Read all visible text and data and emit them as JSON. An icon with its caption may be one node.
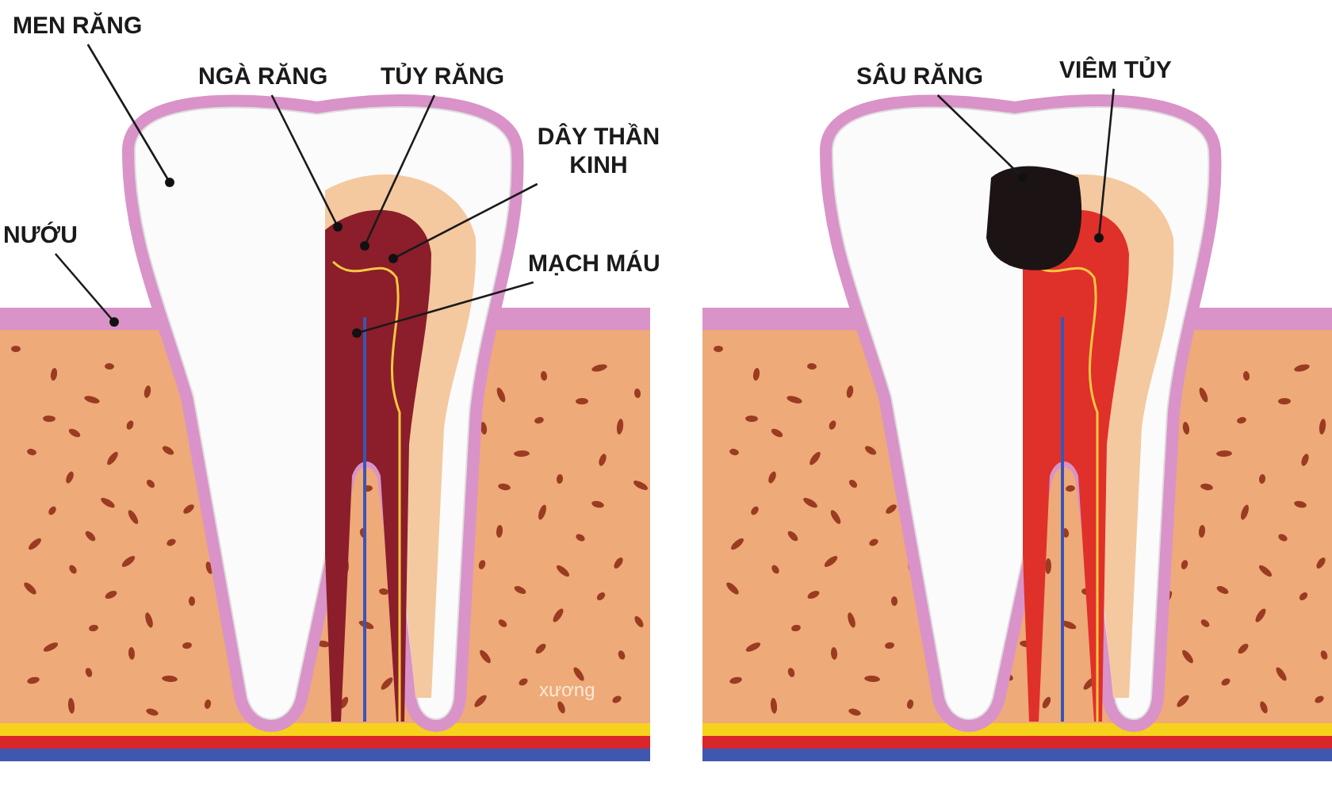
{
  "diagram": {
    "nodes": [
      {
        "text": [
          "MEN RĂNG"
        ]
      },
      {
        "text": [
          "NƯỚU"
        ]
      },
      {
        "text": [
          "NGÀ RĂNG"
        ]
      },
      {
        "text": [
          "TỦY RĂNG"
        ]
      },
      {
        "text": [
          "DÂY THẦN KINH"
        ]
      },
      {
        "text": [
          "MẠCH MÁU"
        ]
      },
      {
        "text": [
          "SÂU RĂNG"
        ]
      },
      {
        "text": [
          "VIÊM TỦY"
        ]
      }
    ],
    "edges": [
      {
        "from": 0,
        "to": null,
        "arrow": "other"
      },
      {
        "from": 1,
        "to": null,
        "arrow": "other"
      },
      {
        "from": 2,
        "to": null,
        "arrow": "other"
      },
      {
        "from": 3,
        "to": null,
        "arrow": "other"
      },
      {
        "from": 4,
        "to": null,
        "arrow": "other"
      },
      {
        "from": 5,
        "to": null,
        "arrow": "other"
      },
      {
        "from": 6,
        "to": null,
        "arrow": "other"
      },
      {
        "from": 7,
        "to": null,
        "arrow": "other"
      }
    ],
    "labels": [
      "xương"
    ]
  }
}
